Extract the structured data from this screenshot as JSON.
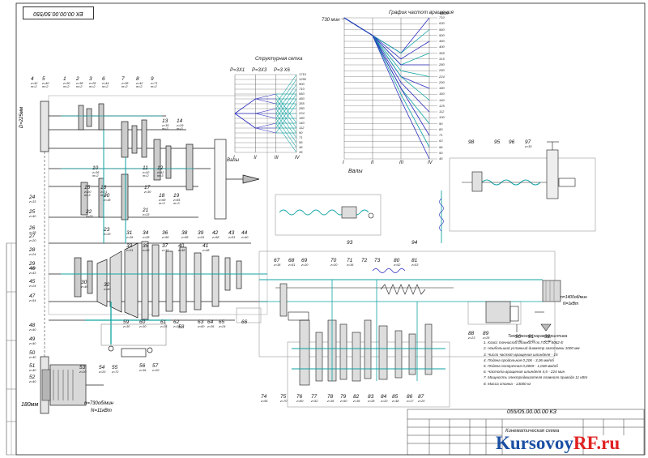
{
  "drawing": {
    "code_top": "ЕК 00.00.00.50/550",
    "code_bottom": "055/05.00.00.00 КЗ",
    "title_block": "Кинематическая схема",
    "logo_main": "Kursovoy",
    "logo_suffix": "RF.ru"
  },
  "structure_grid": {
    "title": "Структурная сетка",
    "formulas": [
      "Р=3X1",
      "Р=3X3",
      "Р=3 X6"
    ],
    "roman": [
      "I",
      "II",
      "III",
      "IV"
    ],
    "speeds": [
      "1710",
      "1250",
      "900",
      "710",
      "560",
      "450",
      "355",
      "280",
      "224",
      "180",
      "140",
      "112",
      "90",
      "71",
      "56",
      "45",
      "35"
    ]
  },
  "speed_chart": {
    "title": "График частот вращения",
    "top_label": "730 мин⁻¹",
    "unit": "мин",
    "axis_label": "Валы",
    "roman": [
      "I",
      "II",
      "III",
      "IV"
    ],
    "speeds": [
      "710",
      "630",
      "560",
      "500",
      "450",
      "400",
      "355",
      "315",
      "280",
      "250",
      "224",
      "200",
      "180",
      "160",
      "140",
      "125",
      "112",
      "100",
      "90",
      "80",
      "71",
      "63",
      "56",
      "50",
      "45"
    ]
  },
  "shafts_label": "Валы",
  "motor_main": {
    "speed": "n=730об/мин",
    "power": "N=11кВт"
  },
  "motor_feed": {
    "speed": "n=1400об/мин",
    "power": "N=1кВт"
  },
  "belt_left": "D=225мм",
  "belt_bottom": "180мм",
  "parts_top": [
    {
      "n": "4",
      "z": "z=42",
      "m": "m=2"
    },
    {
      "n": "5",
      "z": "z=40",
      "m": "m=2"
    },
    {
      "n": "1",
      "z": "z=30",
      "m": "m=2"
    },
    {
      "n": "2",
      "z": "z=38",
      "m": "m=2"
    },
    {
      "n": "3",
      "z": "z=28",
      "m": "m=2"
    },
    {
      "n": "6",
      "z": "z=44",
      "m": "m=2"
    },
    {
      "n": "7",
      "z": "z=38",
      "m": "m=2"
    },
    {
      "n": "8",
      "z": "z=42",
      "m": "m=2"
    },
    {
      "n": "9",
      "z": "z=71",
      "m": "m=2"
    },
    {
      "n": "13",
      "z": "z=35",
      "m": "m=3"
    },
    {
      "n": "14",
      "z": "z=29",
      "m": "m=3"
    }
  ],
  "parts_labels": [
    {
      "n": "10",
      "z": "z=36",
      "m": "m=2"
    },
    {
      "n": "11",
      "z": "z=42",
      "m": "m=2"
    },
    {
      "n": "12",
      "z": "z=42",
      "m": "m=3"
    },
    {
      "n": "15",
      "z": "z=20",
      "m": "m=3"
    },
    {
      "n": "16",
      "z": "z=71",
      "m": "m=3"
    },
    {
      "n": "17",
      "z": "z=30",
      "m": ""
    },
    {
      "n": "18",
      "z": "z=69",
      "m": "m=3"
    },
    {
      "n": "19",
      "z": "z=65",
      "m": "m=3"
    },
    {
      "n": "20",
      "z": "z=18",
      "m": ""
    },
    {
      "n": "21",
      "z": "z=33",
      "m": ""
    },
    {
      "n": "22",
      "z": "z=20",
      "m": ""
    },
    {
      "n": "23",
      "z": "z=33",
      "m": ""
    }
  ],
  "parts_left": [
    {
      "n": "24",
      "z": "z=33"
    },
    {
      "n": "25",
      "z": "z=40"
    },
    {
      "n": "26",
      "z": "z=28"
    },
    {
      "n": "27",
      "z": "z=20"
    },
    {
      "n": "28",
      "z": "z=24"
    },
    {
      "n": "29",
      "z": "z=23"
    },
    {
      "n": "46",
      "z": "z=43"
    },
    {
      "n": "45",
      "z": "z=24"
    },
    {
      "n": "47",
      "z": "z=54"
    },
    {
      "n": "48",
      "z": "z=40"
    },
    {
      "n": "49",
      "z": "z=40"
    },
    {
      "n": "50",
      "z": "z=40"
    },
    {
      "n": "51",
      "z": "z=40"
    },
    {
      "n": "52",
      "z": "z=40"
    }
  ],
  "parts_middle": [
    {
      "n": "30",
      "z": "z=40"
    },
    {
      "n": "31",
      "z": "z=36"
    },
    {
      "n": "32",
      "z": "z=40"
    },
    {
      "n": "33",
      "z": "z=31"
    },
    {
      "n": "34",
      "z": "z=28"
    },
    {
      "n": "35",
      "z": "z=40"
    },
    {
      "n": "36",
      "z": "z=56"
    },
    {
      "n": "37",
      "z": "z=32"
    },
    {
      "n": "38",
      "z": "z=58"
    },
    {
      "n": "39",
      "z": "z=51"
    },
    {
      "n": "40",
      "z": "z=48"
    },
    {
      "n": "41",
      "z": "z=48"
    },
    {
      "n": "42",
      "z": "z=68"
    },
    {
      "n": "43",
      "z": "z=51"
    },
    {
      "n": "44",
      "z": "z=40"
    }
  ],
  "parts_bottom_left": [
    {
      "n": "53",
      "z": "z=20"
    },
    {
      "n": "54",
      "z": "z=20"
    },
    {
      "n": "55",
      "z": "z=72"
    },
    {
      "n": "56",
      "z": "z=36"
    },
    {
      "n": "57",
      "z": "z=20"
    },
    {
      "n": "58",
      "z": ""
    },
    {
      "n": "59",
      "z": "z=30"
    },
    {
      "n": "60",
      "z": "z=30"
    },
    {
      "n": "61",
      "z": "z=25"
    },
    {
      "n": "62",
      "z": "z=24"
    },
    {
      "n": "63",
      "z": "z=60"
    },
    {
      "n": "64",
      "z": "z=36"
    },
    {
      "n": "65",
      "z": "z=24"
    },
    {
      "n": "66",
      "z": ""
    }
  ],
  "parts_right_top": [
    {
      "n": "67",
      "z": "z=36"
    },
    {
      "n": "68",
      "z": "z=51"
    },
    {
      "n": "69",
      "z": "z=20"
    },
    {
      "n": "70",
      "z": "z=20"
    },
    {
      "n": "71",
      "z": "z=36"
    },
    {
      "n": "72",
      "z": ""
    },
    {
      "n": "73",
      "z": ""
    },
    {
      "n": "80",
      "z": "z=52"
    },
    {
      "n": "81",
      "z": "z=53"
    },
    {
      "n": "93",
      "z": ""
    },
    {
      "n": "94",
      "z": ""
    },
    {
      "n": "95",
      "z": ""
    },
    {
      "n": "96",
      "z": ""
    },
    {
      "n": "97",
      "z": "z=30"
    },
    {
      "n": "98",
      "z": ""
    }
  ],
  "parts_right_bottom": [
    {
      "n": "74",
      "z": "z=56"
    },
    {
      "n": "75",
      "z": "z=70"
    },
    {
      "n": "76",
      "z": "z=80"
    },
    {
      "n": "77",
      "z": "z=52"
    },
    {
      "n": "78",
      "z": "z=36"
    },
    {
      "n": "79",
      "z": "z=50"
    },
    {
      "n": "82",
      "z": "z=36"
    },
    {
      "n": "83",
      "z": "z=28"
    },
    {
      "n": "84",
      "z": "z=20"
    },
    {
      "n": "85",
      "z": "z=48"
    },
    {
      "n": "86",
      "z": "z=17"
    },
    {
      "n": "87",
      "z": "z=20"
    },
    {
      "n": "88",
      "z": "z=23"
    },
    {
      "n": "89",
      "z": "z=25"
    },
    {
      "n": "90",
      "z": "z=30"
    },
    {
      "n": "91",
      "z": "z=25"
    },
    {
      "n": "92",
      "z": "z=30"
    }
  ],
  "tech": {
    "heading": "Техническая характеристика",
    "lines": [
      "1. Класс точности станка Н по ГОСТ 8082-Е",
      "2. Наибольший условный диаметр заготовки 1000 мм",
      "3. Число частот вращения шпинделя - 15",
      "4. Подача продольная 0,206 - 3,06 мм/об",
      "5. Подача поперечная 0,0069 - 1,038 мм/об",
      "6. Частота вращения шпинделя 4,5 - 224 мин",
      "7. Мощность электродвигателя главного привода 11 кВт",
      "8. Масса станка - 13000 кг"
    ]
  },
  "colors": {
    "line": "#1a1a1a",
    "teal": "#11a3a3",
    "blue": "#2a2ac0",
    "logo": "#1a4fa3",
    "logo_rf": "#e02020"
  }
}
